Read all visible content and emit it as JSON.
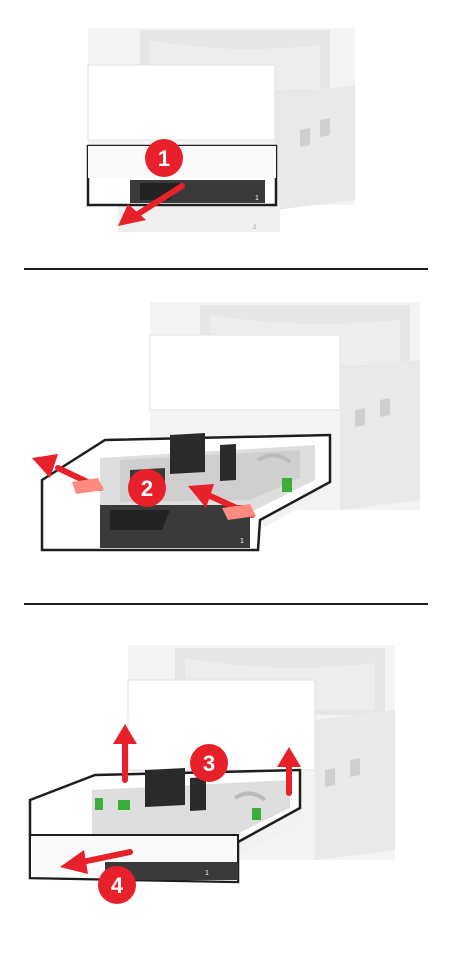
{
  "figure": {
    "accent_color": "#e8202a",
    "step1": {
      "badge": "1",
      "tray_number": "1",
      "lower_tray_number": "2"
    },
    "step2": {
      "badge": "2",
      "tray_number": "1"
    },
    "step3": {
      "badge": "3"
    },
    "step4": {
      "badge": "4",
      "tray_number": "1"
    }
  }
}
